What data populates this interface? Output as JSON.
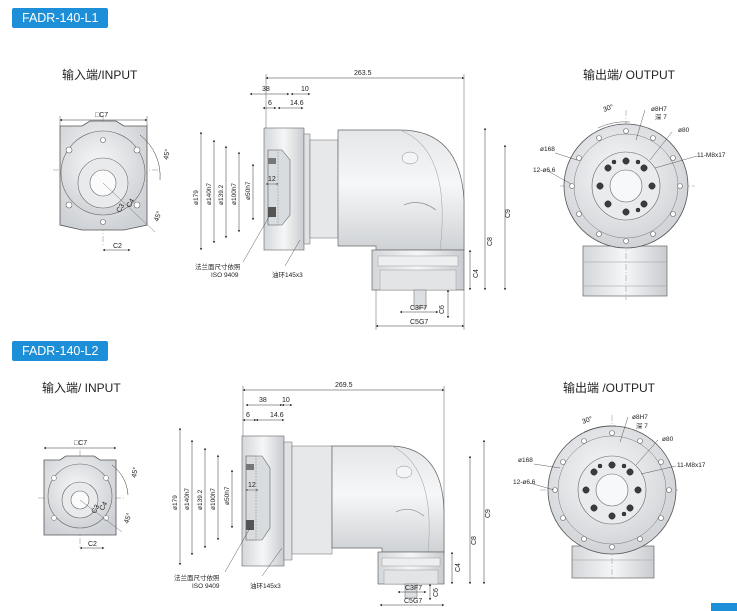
{
  "sections": [
    {
      "badge": "FADR-140-L1",
      "input_title": "输入端/INPUT",
      "output_title": "输出端/ OUTPUT",
      "input_dims": {
        "square": "□C7",
        "c2": "C2",
        "c3": "C3",
        "c4": "C4",
        "a45a": "45°",
        "a45b": "45°"
      },
      "side_dims": {
        "overall": "263.5",
        "d38": "38",
        "d10": "10",
        "d6": "6",
        "d146": "14.6",
        "dia179": "ø179",
        "dia140": "ø140h7",
        "dia1392": "ø139.2",
        "dia100": "ø100h7",
        "dia50": "ø50h7",
        "d12": "12",
        "c9": "C9",
        "c8": "C8",
        "c4": "C4",
        "c3f7": "C3F7",
        "c6": "C6",
        "c5g7": "C5G7",
        "flange_note_1": "法兰面尺寸依照",
        "flange_note_2": "ISO 9409",
        "oil_ring": "油环145x3"
      },
      "output_dims": {
        "a30": "30°",
        "dia8": "ø8H7",
        "deep7": "深 7",
        "dia80": "ø80",
        "dia168": "ø168",
        "holes": "12-ø6.6",
        "tapped": "11-M8x17"
      }
    },
    {
      "badge": "FADR-140-L2",
      "input_title": "输入端/ INPUT",
      "output_title": "输出端 /OUTPUT",
      "input_dims": {
        "square": "□C7",
        "c2": "C2",
        "c3": "C3",
        "c4": "C4",
        "a45a": "45°",
        "a45b": "45°"
      },
      "side_dims": {
        "overall": "269.5",
        "d38": "38",
        "d10": "10",
        "d6": "6",
        "d146": "14.6",
        "dia179": "ø179",
        "dia140": "ø140h7",
        "dia1392": "ø139.2",
        "dia100": "ø100h7",
        "dia50": "ø50h7",
        "d12": "12",
        "c9": "C9",
        "c8": "C8",
        "c4": "C4",
        "c3f7": "C3F7",
        "c6": "C6",
        "c5g7": "C5G7",
        "flange_note_1": "法兰面尺寸依照",
        "flange_note_2": "ISO 9409",
        "oil_ring": "油环145x3"
      },
      "output_dims": {
        "a30": "30°",
        "dia8": "ø8H7",
        "deep7": "深 7",
        "dia80": "ø80",
        "dia168": "ø168",
        "holes": "12-ø6.6",
        "tapped": "11-M8x17"
      }
    }
  ]
}
